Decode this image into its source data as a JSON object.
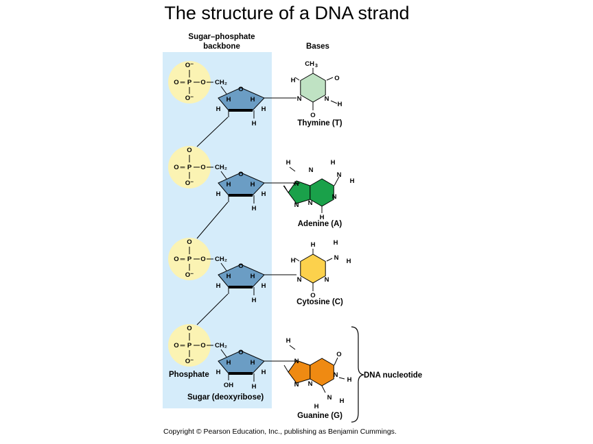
{
  "title": "The structure of a DNA strand",
  "headers": {
    "backbone_line1": "Sugar–phosphate",
    "backbone_line2": "backbone",
    "bases": "Bases"
  },
  "bases": [
    {
      "name": "Thymine (T)",
      "color": "#bfe2c3"
    },
    {
      "name": "Adenine (A)",
      "color": "#1aa14a"
    },
    {
      "name": "Cytosine (C)",
      "color": "#fcd14c"
    },
    {
      "name": "Guanine (G)",
      "color": "#ef8a12"
    }
  ],
  "labels": {
    "phosphate": "Phosphate",
    "sugar": "Sugar (deoxyribose)",
    "nucleotide": "DNA nucleotide"
  },
  "atoms": {
    "O": "O",
    "O_minus": "O⁻",
    "P": "P",
    "CH2": "CH₂",
    "CH": "CH",
    "three": "3",
    "H": "H",
    "N": "N",
    "OH": "OH",
    "bond_double": "═",
    "bond_single": "—"
  },
  "colors": {
    "backbone_panel": "#d5ecfa",
    "phosphate": "#fbf3b3",
    "sugar": "#6b9dc4"
  },
  "copyright": "Copyright © Pearson Education, Inc., publishing as Benjamin Cummings."
}
